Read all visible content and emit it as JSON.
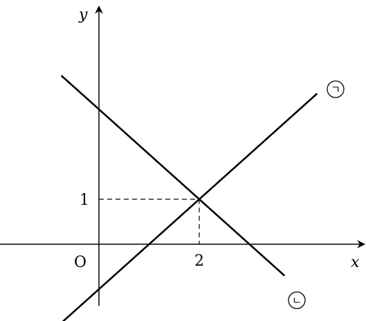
{
  "labels": {
    "x_axis": "x",
    "y_axis": "y",
    "origin": "O",
    "x_tick": "2",
    "y_tick": "1",
    "line_a": "ㄱ",
    "line_b": "ㄴ"
  },
  "chart_data": {
    "type": "line",
    "x_ticks": [
      2
    ],
    "y_ticks": [
      1
    ],
    "intersection": {
      "x": 2,
      "y": 1
    },
    "series": [
      {
        "name": "ㄱ",
        "slope": 1,
        "intercept": -1
      },
      {
        "name": "ㄴ",
        "slope": -1,
        "intercept": 3
      }
    ]
  }
}
